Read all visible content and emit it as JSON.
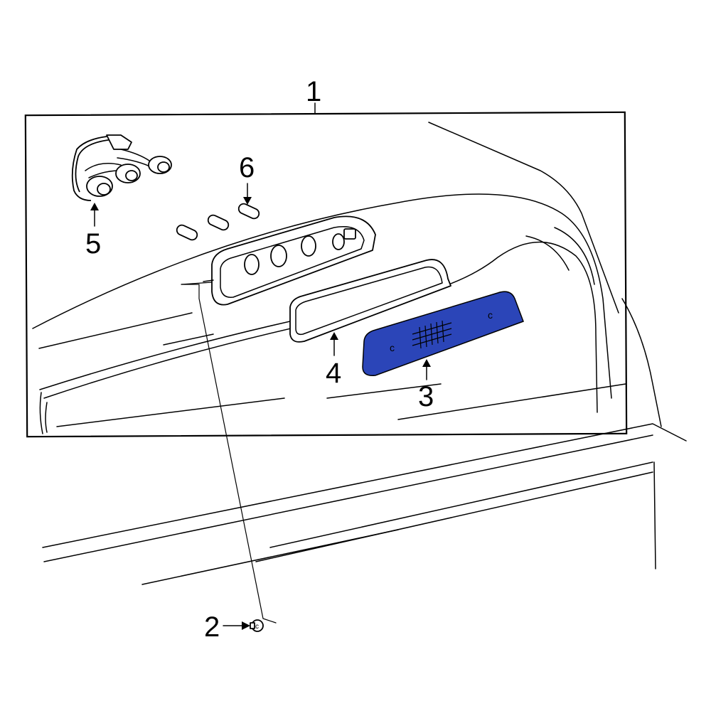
{
  "colors": {
    "highlight": "#2b45b8",
    "line": "#000000",
    "background": "#ffffff"
  },
  "callouts": [
    {
      "id": "1",
      "label": "1"
    },
    {
      "id": "2",
      "label": "2"
    },
    {
      "id": "3",
      "label": "3"
    },
    {
      "id": "4",
      "label": "4"
    },
    {
      "id": "5",
      "label": "5"
    },
    {
      "id": "6",
      "label": "6"
    }
  ],
  "lens_marks": {
    "left": "c",
    "right": "c",
    "screw": "c"
  }
}
